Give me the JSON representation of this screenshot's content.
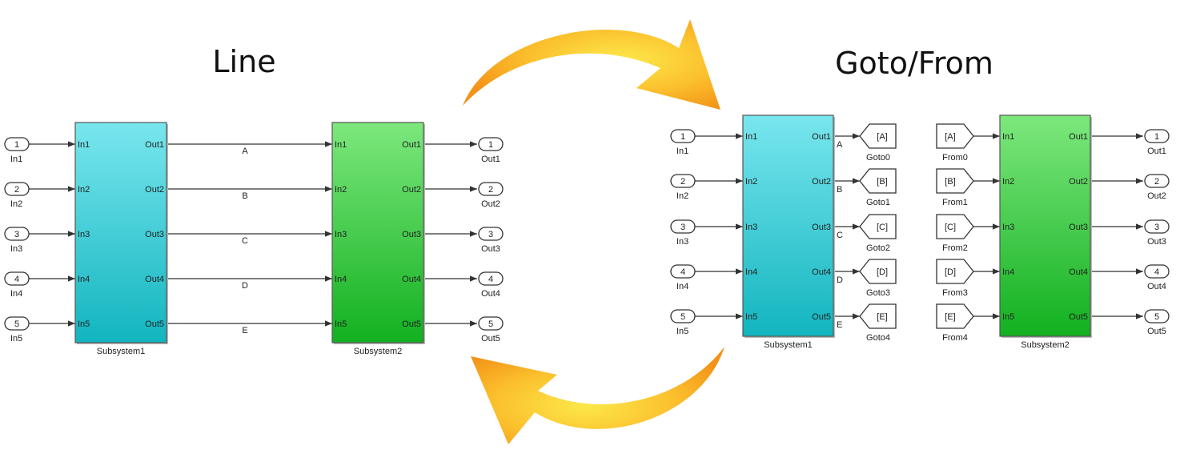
{
  "titles": {
    "left": "Line",
    "right": "Goto/From"
  },
  "signals": [
    "A",
    "B",
    "C",
    "D",
    "E"
  ],
  "inports": [
    {
      "num": "1",
      "name": "In1"
    },
    {
      "num": "2",
      "name": "In2"
    },
    {
      "num": "3",
      "name": "In3"
    },
    {
      "num": "4",
      "name": "In4"
    },
    {
      "num": "5",
      "name": "In5"
    }
  ],
  "outports": [
    {
      "num": "1",
      "name": "Out1"
    },
    {
      "num": "2",
      "name": "Out2"
    },
    {
      "num": "3",
      "name": "Out3"
    },
    {
      "num": "4",
      "name": "Out4"
    },
    {
      "num": "5",
      "name": "Out5"
    }
  ],
  "subsystem_ports": {
    "in": [
      "In1",
      "In2",
      "In3",
      "In4",
      "In5"
    ],
    "out": [
      "Out1",
      "Out2",
      "Out3",
      "Out4",
      "Out5"
    ]
  },
  "subsystems": {
    "first": "Subsystem1",
    "second": "Subsystem2"
  },
  "gotos": [
    {
      "tag": "[A]",
      "name": "Goto0"
    },
    {
      "tag": "[B]",
      "name": "Goto1"
    },
    {
      "tag": "[C]",
      "name": "Goto2"
    },
    {
      "tag": "[D]",
      "name": "Goto3"
    },
    {
      "tag": "[E]",
      "name": "Goto4"
    }
  ],
  "froms": [
    {
      "tag": "[A]",
      "name": "From0"
    },
    {
      "tag": "[B]",
      "name": "From1"
    },
    {
      "tag": "[C]",
      "name": "From2"
    },
    {
      "tag": "[D]",
      "name": "From3"
    },
    {
      "tag": "[E]",
      "name": "From4"
    }
  ],
  "colors": {
    "subsystem1_top": "#79E6EE",
    "subsystem1_bottom": "#12B5BF",
    "subsystem2_top": "#7DE87D",
    "subsystem2_bottom": "#12B020",
    "arrow_outer": "#F7A21B",
    "arrow_inner": "#FCE84A"
  }
}
